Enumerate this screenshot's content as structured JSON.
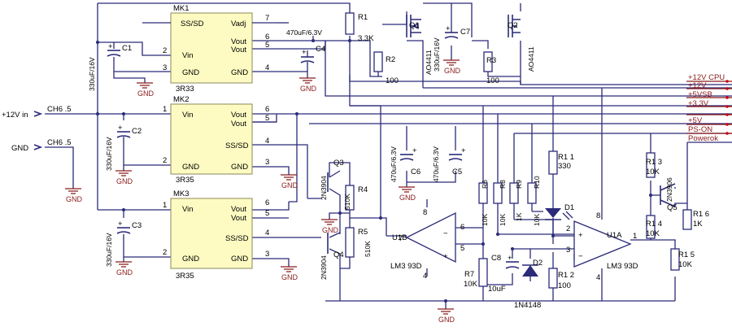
{
  "chips": {
    "mk1": {
      "ref": "MK1",
      "part": "3R33",
      "pins": {
        "ss": "SS/SD",
        "vadj": "Vadj",
        "vin": "Vin",
        "vout1": "Vout",
        "vout2": "Vout",
        "gnd1": "GND",
        "gnd2": "GND"
      }
    },
    "mk2": {
      "ref": "MK2",
      "part": "3R35",
      "pins": {
        "vin": "Vin",
        "vout1": "Vout",
        "vout2": "Vout",
        "ss": "SS/SD",
        "gnd1": "GND",
        "gnd2": "GND"
      }
    },
    "mk3": {
      "ref": "MK3",
      "part": "3R35",
      "pins": {
        "vin": "Vin",
        "vout1": "Vout",
        "vout2": "Vout",
        "ss": "SS/SD",
        "gnd1": "GND",
        "gnd2": "GND"
      }
    }
  },
  "pin_numbers": {
    "p1": "1",
    "p2": "2",
    "p3": "3",
    "p4": "4",
    "p5": "5",
    "p6": "6",
    "p7": "7",
    "p8": "8"
  },
  "capacitors": {
    "c1": "C1",
    "c1_val": "330uF/16V",
    "c2": "C2",
    "c2_val": "330uF/16V",
    "c3": "C3",
    "c3_val": "330uF/16V",
    "c4": "C4",
    "c4_val": "470uF/6.3V",
    "c5": "C5",
    "c5_val": "470uF/6.3V",
    "c6": "C6",
    "c6_val": "470uF/6.3V",
    "c7": "C7",
    "c7_val": "330uF/16V",
    "c8": "C8",
    "c8_val": "10uF"
  },
  "resistors": {
    "r1": "R1",
    "r1_val": "3.3K",
    "r2": "R2",
    "r2_val": "100",
    "r3": "R3",
    "r3_val": "100",
    "r4": "R4",
    "r4_val": "510K",
    "r5": "R5",
    "r5_val": "510K",
    "r6": "R6",
    "r6_val": "10K",
    "r7": "R7",
    "r7_val": "10K",
    "r8": "R8",
    "r8_val": "10K",
    "r9": "R9",
    "r9_val": "1K",
    "r10": "R10",
    "r10_val": "10K",
    "r11": "R1 1",
    "r11_val": "330",
    "r12": "R1 2",
    "r12_val": "100",
    "r13": "R1 3",
    "r13_val": "10K",
    "r14": "R1 4",
    "r14_val": "10K",
    "r15": "R1 5",
    "r15_val": "10K",
    "r16": "R1 6",
    "r16_val": "1K"
  },
  "transistors": {
    "q1": "Q1",
    "q1_part": "AO4411",
    "q2": "Q2",
    "q2_part": "AO4411",
    "q3": "Q3",
    "q3_part": "2N3904",
    "q4": "Q4",
    "q4_part": "2N3904",
    "q5": "Q5",
    "q5_part": "2N3906"
  },
  "opamps": {
    "u1b": "U1B",
    "u1b_part": "LM3 93D",
    "u1a": "U1A",
    "u1a_part": "LM3 93D"
  },
  "diodes": {
    "d1": "D1",
    "d2": "D2",
    "d2_part": "1N4148"
  },
  "connectors": {
    "in12": "+12V in",
    "ch6_a": "CH6 .5",
    "gnd_in": "GND",
    "ch6_b": "CH6 .5"
  },
  "nets": {
    "n1": "+12V CPU",
    "n2": "+12V",
    "n3": "+5VSB",
    "n4": "+3.3V",
    "n5": "+5V",
    "n6": "PS-ON",
    "n7": "Powerok"
  },
  "gnd_label": "GND"
}
